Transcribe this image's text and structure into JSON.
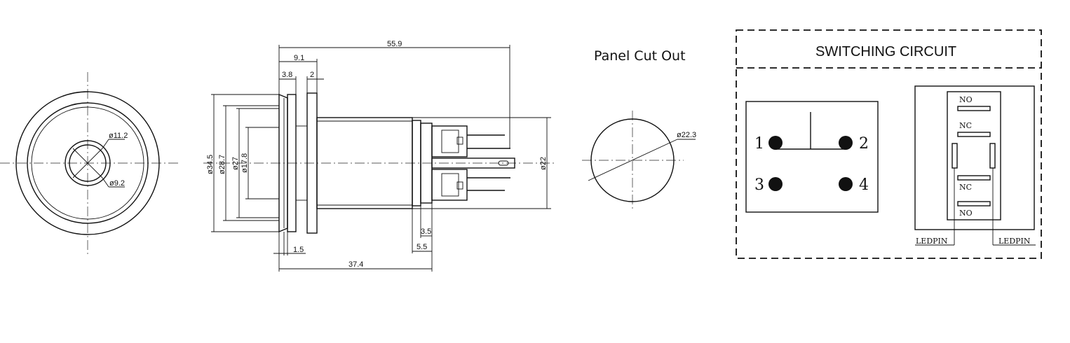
{
  "panel_cutout": {
    "title": "Panel Cut Out",
    "diameter": "ø22.3"
  },
  "front_view": {
    "outer_diameter_label": "ø11.2",
    "inner_diameter_label": "ø9.2"
  },
  "side_view": {
    "dims": {
      "total_length": "55.9",
      "head_length": "9.1",
      "bezel": "3.8",
      "flange": "2",
      "d34": "ø34.5",
      "d28": "ø28.7",
      "d27": "ø27",
      "d17": "ø17.8",
      "d22": "ø22",
      "gap": "1.5",
      "body_length": "37.4",
      "t35": "3.5",
      "t55": "5.5"
    }
  },
  "switching_circuit": {
    "title": "SWITCHING CIRCUIT",
    "pins": [
      "1",
      "2",
      "3",
      "4"
    ],
    "led_labels": {
      "no_top": "NO",
      "nc_top": "NC",
      "nc_bottom": "NC",
      "no_bottom": "NO",
      "led_left": "LEDPIN",
      "led_right": "LEDPIN"
    }
  }
}
